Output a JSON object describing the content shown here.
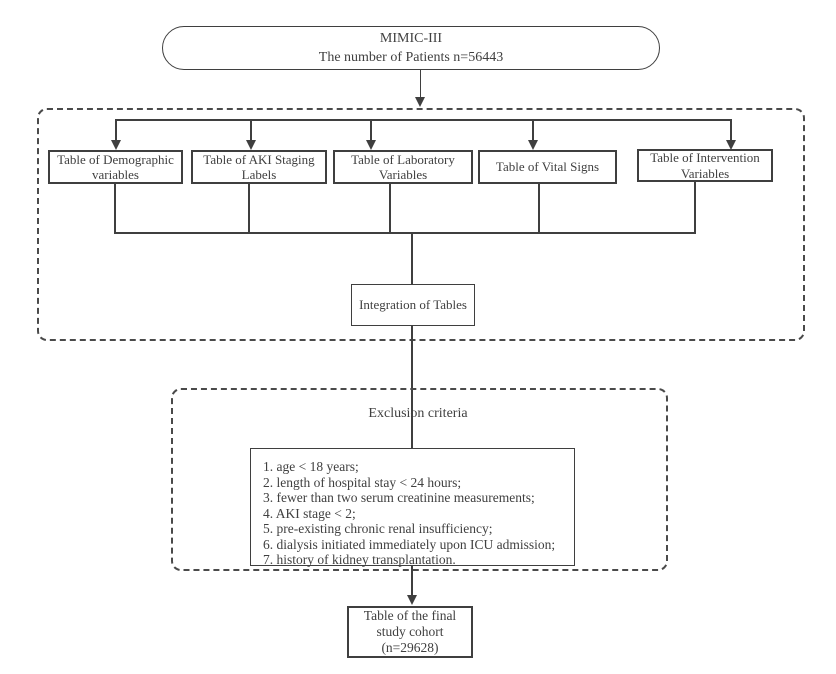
{
  "diagram": {
    "source_box": {
      "line1": "MIMIC-III",
      "line2": "The number of Patients n=56443"
    },
    "tables": [
      {
        "label": "Table of Demographic variables"
      },
      {
        "label": "Table of AKI Staging Labels"
      },
      {
        "label": "Table of Laboratory Variables"
      },
      {
        "label": "Table of Vital Signs"
      },
      {
        "label": "Table of Intervention Variables"
      }
    ],
    "integration_box": {
      "label": "Integration of Tables"
    },
    "exclusion": {
      "title": "Exclusion criteria",
      "items": [
        "1. age < 18 years;",
        "2. length of hospital stay < 24 hours;",
        "3. fewer than two serum creatinine measurements;",
        "4. AKI stage < 2;",
        "5. pre-existing chronic renal insufficiency;",
        "6. dialysis initiated immediately upon ICU admission;",
        "7. history of kidney transplantation."
      ]
    },
    "final_box": {
      "line1": "Table of the final",
      "line2": "study cohort",
      "line3": "(n=29628)"
    },
    "colors": {
      "line": "#3f3f3f",
      "text": "#404040",
      "background": "#ffffff"
    }
  }
}
